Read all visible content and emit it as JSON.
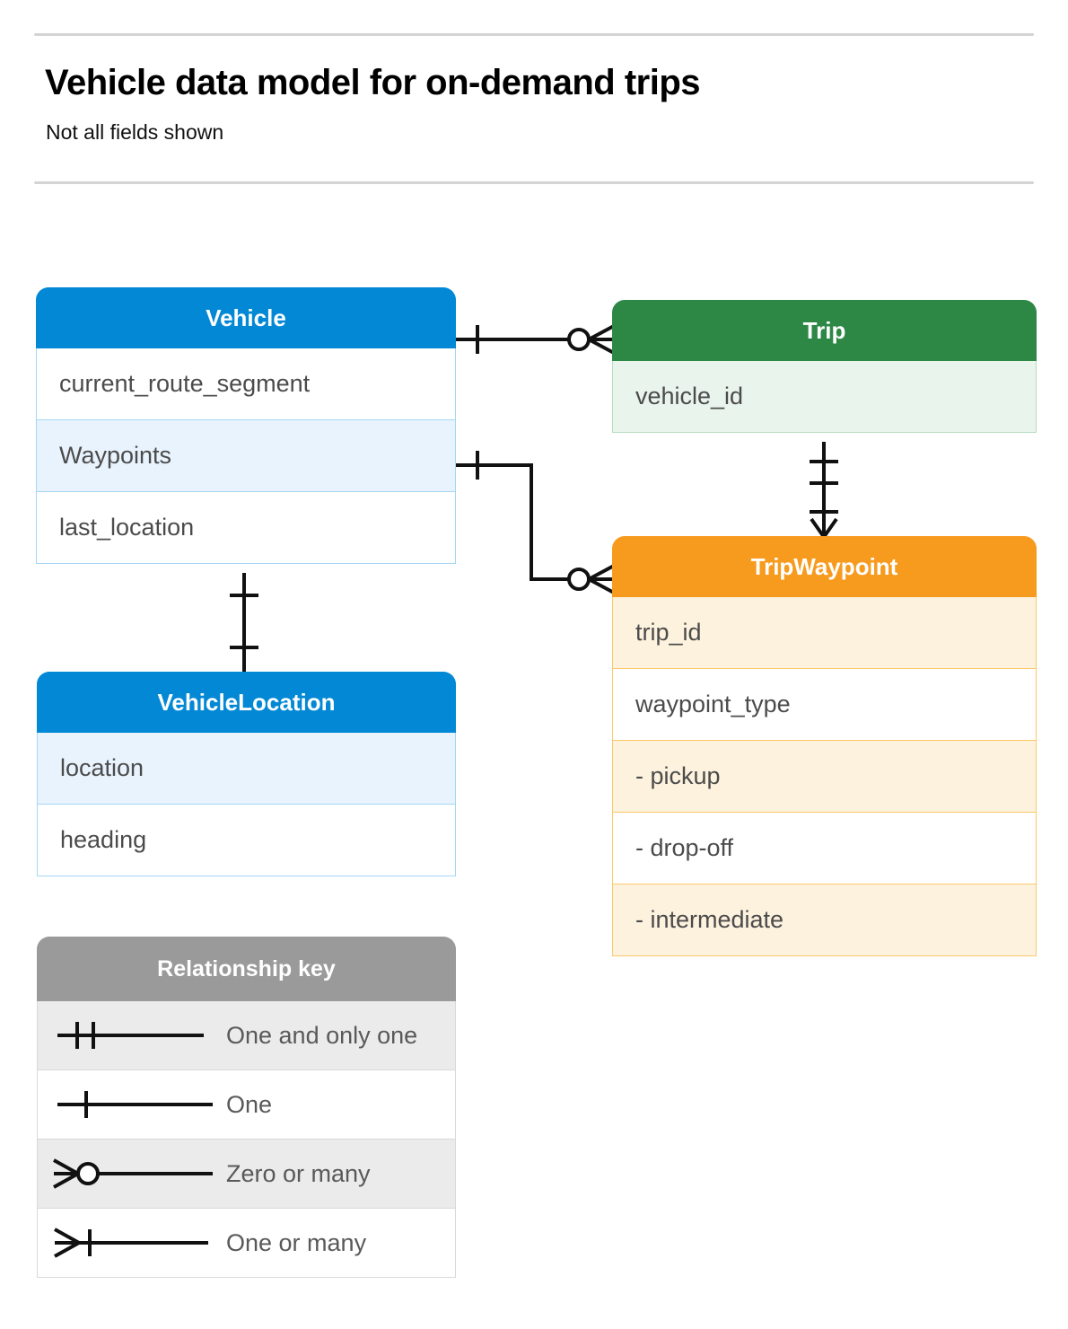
{
  "header": {
    "title": "Vehicle data model for on-demand trips",
    "subtitle": "Not all fields shown"
  },
  "colors": {
    "blue": "#0288d5",
    "blue_row_alt": "#e8f3fd",
    "blue_border": "#a5d6f6",
    "green": "#2d8845",
    "green_row_alt": "#e9f4ec",
    "green_border": "#b7ddc0",
    "orange": "#f79b1e",
    "orange_row_alt": "#fdf2de",
    "orange_border": "#fcc96a",
    "gray": "#9a9a9a",
    "line": "#111111",
    "text": "#4b4b4b"
  },
  "entities": [
    {
      "id": "vehicle",
      "name": "Vehicle",
      "color": "blue",
      "fields": [
        "current_route_segment",
        "Waypoints",
        "last_location"
      ]
    },
    {
      "id": "trip",
      "name": "Trip",
      "color": "green",
      "fields": [
        "vehicle_id"
      ]
    },
    {
      "id": "trip_waypoint",
      "name": "TripWaypoint",
      "color": "orange",
      "fields": [
        "trip_id",
        "waypoint_type",
        "-  pickup",
        "-  drop-off",
        "-  intermediate"
      ]
    },
    {
      "id": "vehicle_location",
      "name": "VehicleLocation",
      "color": "blue",
      "fields": [
        "location",
        "heading"
      ]
    }
  ],
  "legend": {
    "title": "Relationship key",
    "items": [
      {
        "symbol": "one-and-only-one-symbol",
        "label": "One and only one"
      },
      {
        "symbol": "one-symbol",
        "label": "One"
      },
      {
        "symbol": "zero-or-many-symbol",
        "label": "Zero or many"
      },
      {
        "symbol": "one-or-many-symbol",
        "label": "One or many"
      }
    ]
  },
  "relationships": [
    {
      "from": "Vehicle",
      "to": "Trip",
      "from_cardinality": "One",
      "to_cardinality": "Zero or many"
    },
    {
      "from": "Vehicle.Waypoints",
      "to": "TripWaypoint",
      "from_cardinality": "One",
      "to_cardinality": "Zero or many"
    },
    {
      "from": "Trip",
      "to": "TripWaypoint",
      "from_cardinality": "One and only one",
      "to_cardinality": "One or many"
    },
    {
      "from": "Vehicle",
      "to": "VehicleLocation",
      "from_cardinality": "One",
      "to_cardinality": "One"
    }
  ]
}
